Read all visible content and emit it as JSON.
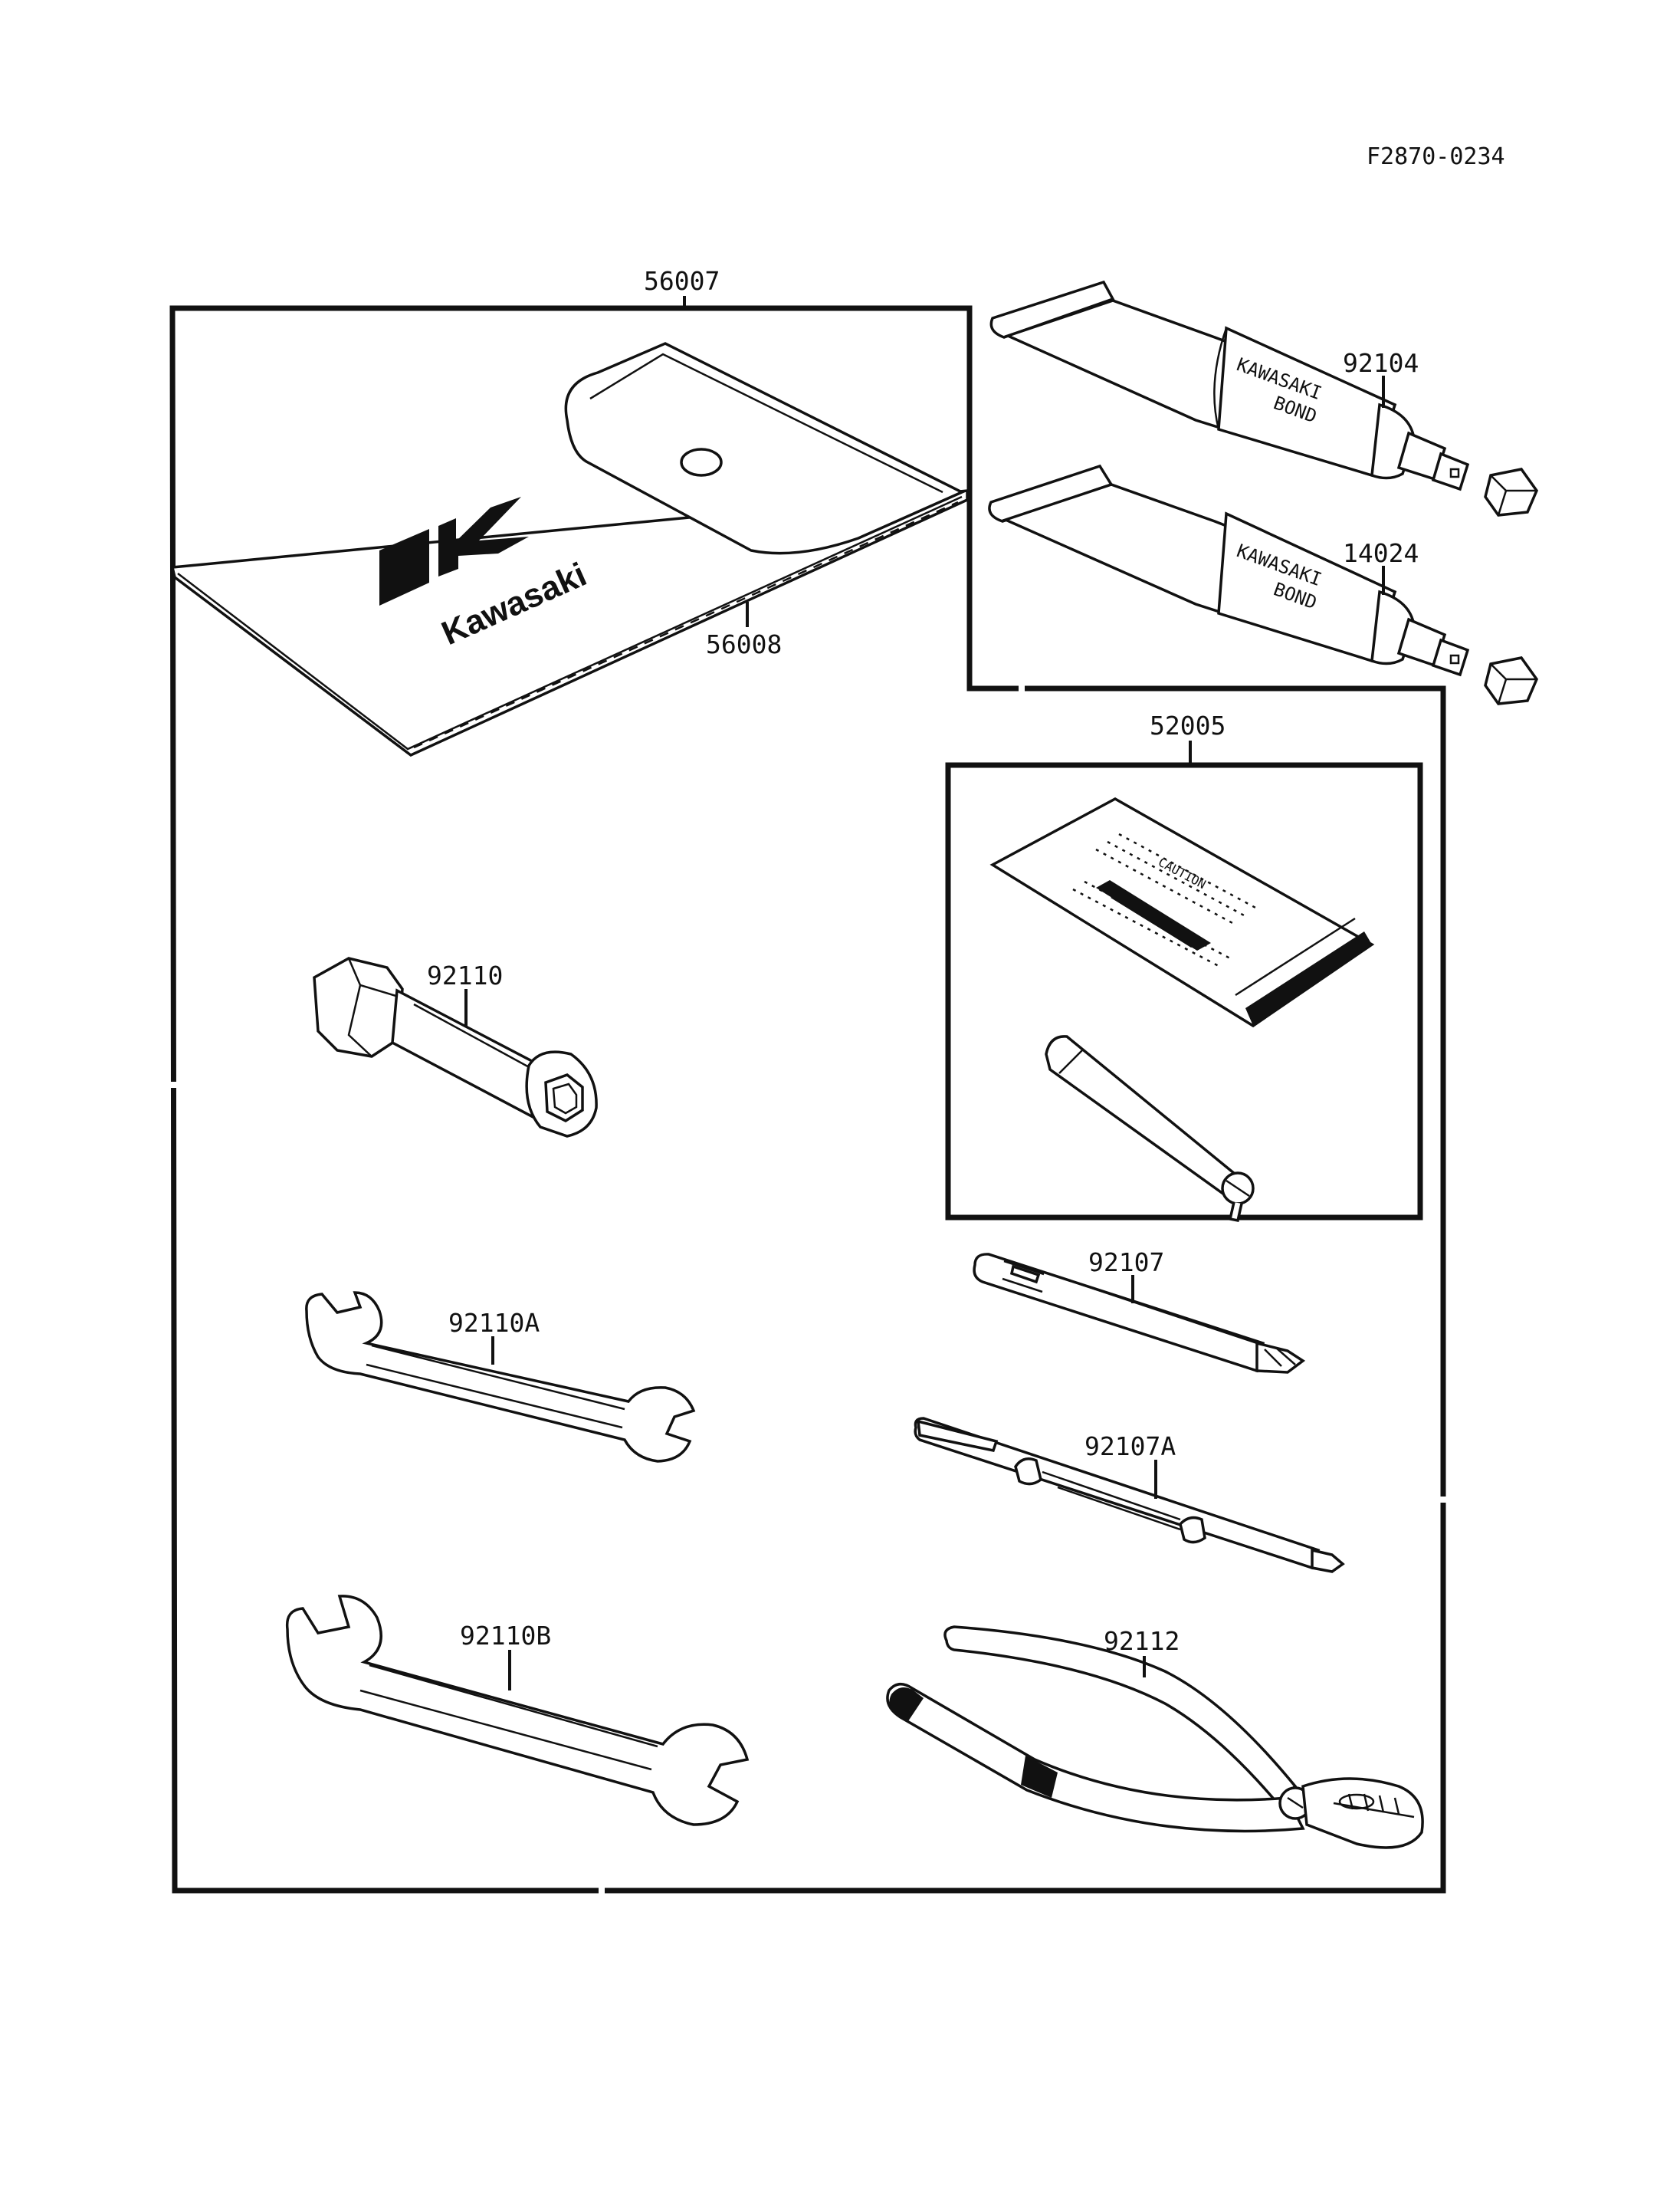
{
  "drawing_number": "F2870-0234",
  "parts": {
    "tool_kit": "56007",
    "tool_bag": "56008",
    "bond_tube_1": "92104",
    "bond_tube_2": "14024",
    "patch_kit": "52005",
    "plug_wrench": "92110",
    "wrench_a": "92110A",
    "wrench_b": "92110B",
    "screwdriver": "92107",
    "screwdriver_a": "92107A",
    "pliers": "92112"
  },
  "tube_print": {
    "brand": "KAWASAKI",
    "product": "BOND"
  },
  "bag_logo": {
    "brand": "Kawasaki"
  },
  "patch_card": {
    "heading": "CAUTION"
  }
}
